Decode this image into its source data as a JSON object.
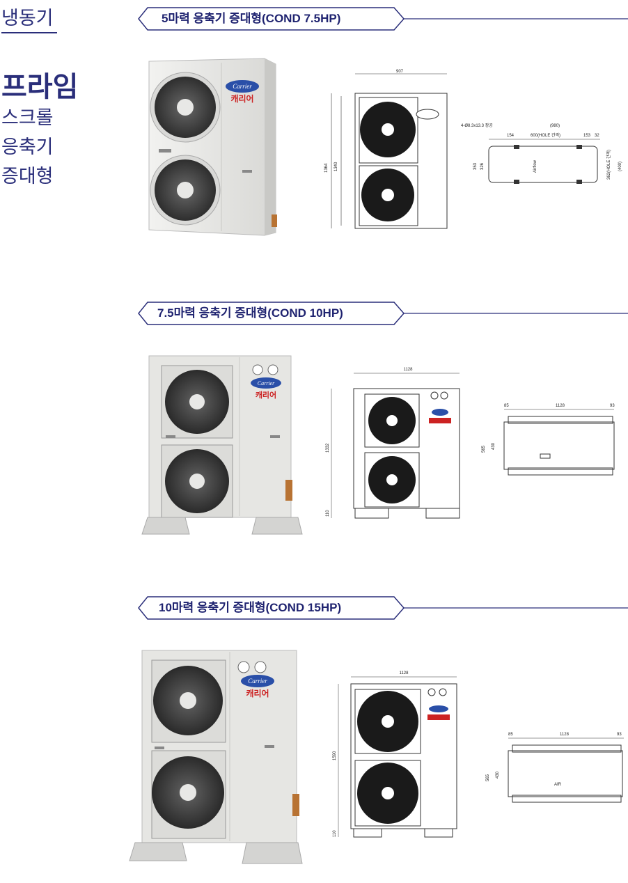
{
  "sidebar": {
    "category": "냉동기",
    "product": "프라임",
    "lines": [
      "스크롤",
      "응축기",
      "증대형"
    ]
  },
  "sections": [
    {
      "title": "5마력 응축기 증대형(COND 7.5HP)",
      "brand": "Carrier",
      "brand_kr": "캐리어",
      "front_dims": {
        "width": "907",
        "h1": "1364",
        "h2": "1340"
      },
      "plan_dims": {
        "total": "(980)",
        "hole": "600(HOLE 간격)",
        "left": "154",
        "r1": "153",
        "r2": "32",
        "d1": "353",
        "d2": "326",
        "d3": "362(HOLE 간격)",
        "d4": "(400)",
        "bolt": "4-Ø8.3x13.3 장공",
        "airflow": "Airflow"
      }
    },
    {
      "title": "7.5마력 응축기 증대형(COND 10HP)",
      "brand": "Carrier",
      "brand_kr": "캐리어",
      "front_dims": {
        "width": "1128",
        "h1": "1332",
        "base": "110"
      },
      "plan_dims": {
        "left": "85",
        "mid": "1128",
        "right": "93",
        "d1": "565",
        "d2": "430"
      }
    },
    {
      "title": "10마력 응축기 증대형(COND 15HP)",
      "brand": "Carrier",
      "brand_kr": "캐리어",
      "front_dims": {
        "width": "1128",
        "h1": "1590",
        "base": "110"
      },
      "plan_dims": {
        "left": "85",
        "mid": "1128",
        "right": "93",
        "d1": "565",
        "d2": "430",
        "air": "AIR"
      }
    }
  ],
  "colors": {
    "navy": "#2a2e7a",
    "unit": "#e6e6e3",
    "fan": "#3a3a3a",
    "brand_red": "#cc2222",
    "brand_blue": "#2a4fa8"
  }
}
